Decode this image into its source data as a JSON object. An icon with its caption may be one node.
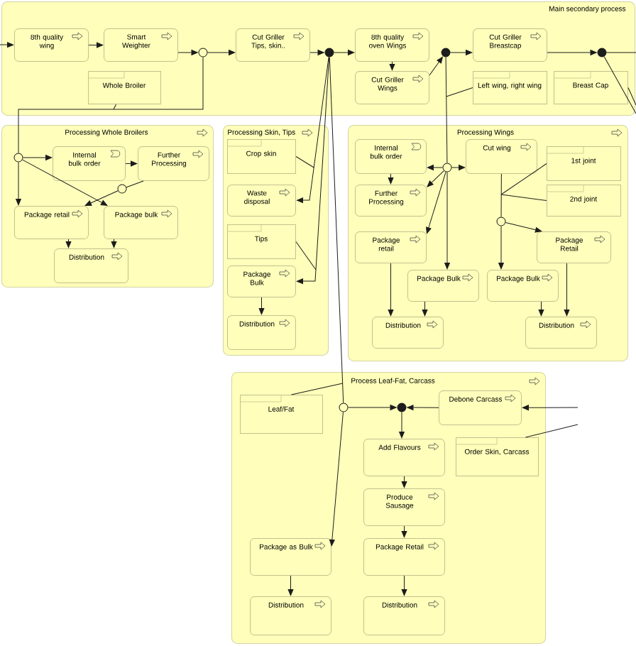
{
  "diagram": {
    "nodes": [
      {
        "text": [
          "Main secondary process"
        ]
      },
      {
        "text": [
          "8th quality wing"
        ],
        "in": 0
      },
      {
        "text": [
          "Smart Weighter"
        ],
        "in": 0
      },
      {
        "text": [],
        "shape": "circle",
        "in": 0
      },
      {
        "text": [
          "Cut Griller Tips, skin.."
        ],
        "in": 0
      },
      {
        "text": [
          "Whole Broiler"
        ],
        "in": 0
      },
      {
        "text": [],
        "shape": "dot",
        "in": 0
      },
      {
        "text": [
          "8th quality oven Wings"
        ],
        "in": 0
      },
      {
        "text": [
          "Cut Griller Wings"
        ],
        "in": 0
      },
      {
        "text": [],
        "shape": "dot",
        "in": 0
      },
      {
        "text": [
          "Cut Griller Breastcap"
        ],
        "in": 0
      },
      {
        "text": [
          "Left wing, right wing"
        ],
        "in": 0
      },
      {
        "text": [],
        "shape": "dot",
        "in": 0
      },
      {
        "text": [
          "Breast Cap"
        ],
        "in": 0
      },
      {
        "text": [
          "Processing Whole Broilers"
        ]
      },
      {
        "text": [],
        "shape": "circle",
        "in": 14
      },
      {
        "text": [
          "Internal bulk order"
        ],
        "in": 14
      },
      {
        "text": [
          "Further Processing"
        ],
        "in": 14
      },
      {
        "text": [],
        "shape": "circle",
        "in": 14
      },
      {
        "text": [
          "Package retail"
        ],
        "in": 14
      },
      {
        "text": [
          "Package bulk"
        ],
        "in": 14
      },
      {
        "text": [
          "Distribution"
        ],
        "in": 14
      },
      {
        "text": [
          "Processing Skin, Tips"
        ]
      },
      {
        "text": [
          "Crop skin"
        ],
        "in": 22
      },
      {
        "text": [
          "Waste disposal"
        ],
        "in": 22
      },
      {
        "text": [
          "Tips"
        ],
        "in": 22
      },
      {
        "text": [
          "Package Bulk"
        ],
        "in": 22
      },
      {
        "text": [
          "Distribution"
        ],
        "in": 22
      },
      {
        "text": [
          "Processing Wings"
        ]
      },
      {
        "text": [],
        "shape": "circle",
        "in": 28
      },
      {
        "text": [
          "Internal bulk order"
        ],
        "in": 28
      },
      {
        "text": [
          "Cut wing"
        ],
        "in": 28
      },
      {
        "text": [
          "1st joint"
        ],
        "in": 28
      },
      {
        "text": [
          "2nd joint"
        ],
        "in": 28
      },
      {
        "text": [
          "Further Processing"
        ],
        "in": 28
      },
      {
        "text": [],
        "shape": "circle",
        "in": 28
      },
      {
        "text": [
          "Package retail"
        ],
        "in": 28
      },
      {
        "text": [
          "Package Retail"
        ],
        "in": 28
      },
      {
        "text": [
          "Package Bulk"
        ],
        "in": 28
      },
      {
        "text": [
          "Package Bulk"
        ],
        "in": 28
      },
      {
        "text": [
          "Distribution"
        ],
        "in": 28
      },
      {
        "text": [
          "Distribution"
        ],
        "in": 28
      },
      {
        "text": [
          "Process Leaf-Fat, Carcass"
        ]
      },
      {
        "text": [
          "Leaf/Fat"
        ],
        "in": 42
      },
      {
        "text": [],
        "shape": "circle",
        "in": 42
      },
      {
        "text": [],
        "shape": "dot",
        "in": 42
      },
      {
        "text": [
          "Debone Carcass"
        ],
        "in": 42
      },
      {
        "text": [
          "Order Skin, Carcass"
        ],
        "in": 42
      },
      {
        "text": [
          "Add Flavours"
        ],
        "in": 42
      },
      {
        "text": [
          "Produce Sausage"
        ],
        "in": 42
      },
      {
        "text": [
          "Package Retail"
        ],
        "in": 42
      },
      {
        "text": [
          "Package as Bulk"
        ],
        "in": 42
      },
      {
        "text": [
          "Distribution"
        ],
        "in": 42
      },
      {
        "text": [
          "Distribution"
        ],
        "in": 42
      }
    ],
    "edges": [
      {
        "from": null,
        "to": 1,
        "arrow": "to"
      },
      {
        "from": 1,
        "to": 2,
        "arrow": "to"
      },
      {
        "from": 2,
        "to": 3,
        "arrow": "to"
      },
      {
        "from": 3,
        "to": 4,
        "arrow": "to"
      },
      {
        "from": 4,
        "to": 6,
        "arrow": "to"
      },
      {
        "from": 6,
        "to": 7,
        "arrow": "to"
      },
      {
        "from": 7,
        "to": 8,
        "arrow": "to"
      },
      {
        "from": 8,
        "to": 9,
        "arrow": "to"
      },
      {
        "from": 9,
        "to": 10,
        "arrow": "to"
      },
      {
        "from": 10,
        "to": 12,
        "arrow": "to"
      },
      {
        "from": 12,
        "to": null,
        "arrow": "none"
      },
      {
        "from": 12,
        "to": null,
        "arrow": "none"
      },
      {
        "from": 13,
        "to": null,
        "arrow": "none"
      },
      {
        "from": 3,
        "to": 15,
        "arrow": "none"
      },
      {
        "from": 5,
        "to": null,
        "arrow": "none"
      },
      {
        "from": 11,
        "to": null,
        "arrow": "none"
      },
      {
        "from": 6,
        "to": 24,
        "arrow": "to"
      },
      {
        "from": 6,
        "to": 26,
        "arrow": "to"
      },
      {
        "from": 6,
        "to": 44,
        "arrow": "none"
      },
      {
        "from": 23,
        "to": null,
        "arrow": "none"
      },
      {
        "from": 25,
        "to": null,
        "arrow": "none"
      },
      {
        "from": 26,
        "to": 27,
        "arrow": "to"
      },
      {
        "from": 15,
        "to": 16,
        "arrow": "to"
      },
      {
        "from": 15,
        "to": 19,
        "arrow": "to"
      },
      {
        "from": 15,
        "to": 20,
        "arrow": "to"
      },
      {
        "from": 16,
        "to": 17,
        "arrow": "to"
      },
      {
        "from": 17,
        "to": 18,
        "arrow": "none"
      },
      {
        "from": 18,
        "to": 19,
        "arrow": "to"
      },
      {
        "from": 19,
        "to": 21,
        "arrow": "to"
      },
      {
        "from": 20,
        "to": 21,
        "arrow": "to"
      },
      {
        "from": 9,
        "to": 29,
        "arrow": "none"
      },
      {
        "from": 29,
        "to": 30,
        "arrow": "to"
      },
      {
        "from": 29,
        "to": 31,
        "arrow": "to"
      },
      {
        "from": 29,
        "to": 34,
        "arrow": "to"
      },
      {
        "from": 29,
        "to": 36,
        "arrow": "to"
      },
      {
        "from": 29,
        "to": 38,
        "arrow": "to"
      },
      {
        "from": 30,
        "to": 34,
        "arrow": "to"
      },
      {
        "from": 31,
        "to": 35,
        "arrow": "none"
      },
      {
        "from": 32,
        "to": null,
        "arrow": "none"
      },
      {
        "from": 33,
        "to": null,
        "arrow": "none"
      },
      {
        "from": 35,
        "to": 39,
        "arrow": "to"
      },
      {
        "from": 35,
        "to": 37,
        "arrow": "to"
      },
      {
        "from": 36,
        "to": 40,
        "arrow": "to"
      },
      {
        "from": 38,
        "to": 40,
        "arrow": "to"
      },
      {
        "from": 37,
        "to": 41,
        "arrow": "to"
      },
      {
        "from": 39,
        "to": 41,
        "arrow": "to"
      },
      {
        "from": 43,
        "to": null,
        "arrow": "none"
      },
      {
        "from": 44,
        "to": 45,
        "arrow": "to"
      },
      {
        "from": 46,
        "to": 45,
        "arrow": "to"
      },
      {
        "from": 45,
        "to": 48,
        "arrow": "to"
      },
      {
        "from": 44,
        "to": 51,
        "arrow": "to"
      },
      {
        "from": null,
        "to": 46,
        "arrow": "to"
      },
      {
        "from": 47,
        "to": null,
        "arrow": "none"
      },
      {
        "from": 48,
        "to": 49,
        "arrow": "to"
      },
      {
        "from": 49,
        "to": 50,
        "arrow": "to"
      },
      {
        "from": 50,
        "to": 53,
        "arrow": "to"
      },
      {
        "from": 51,
        "to": 52,
        "arrow": "to"
      }
    ]
  }
}
